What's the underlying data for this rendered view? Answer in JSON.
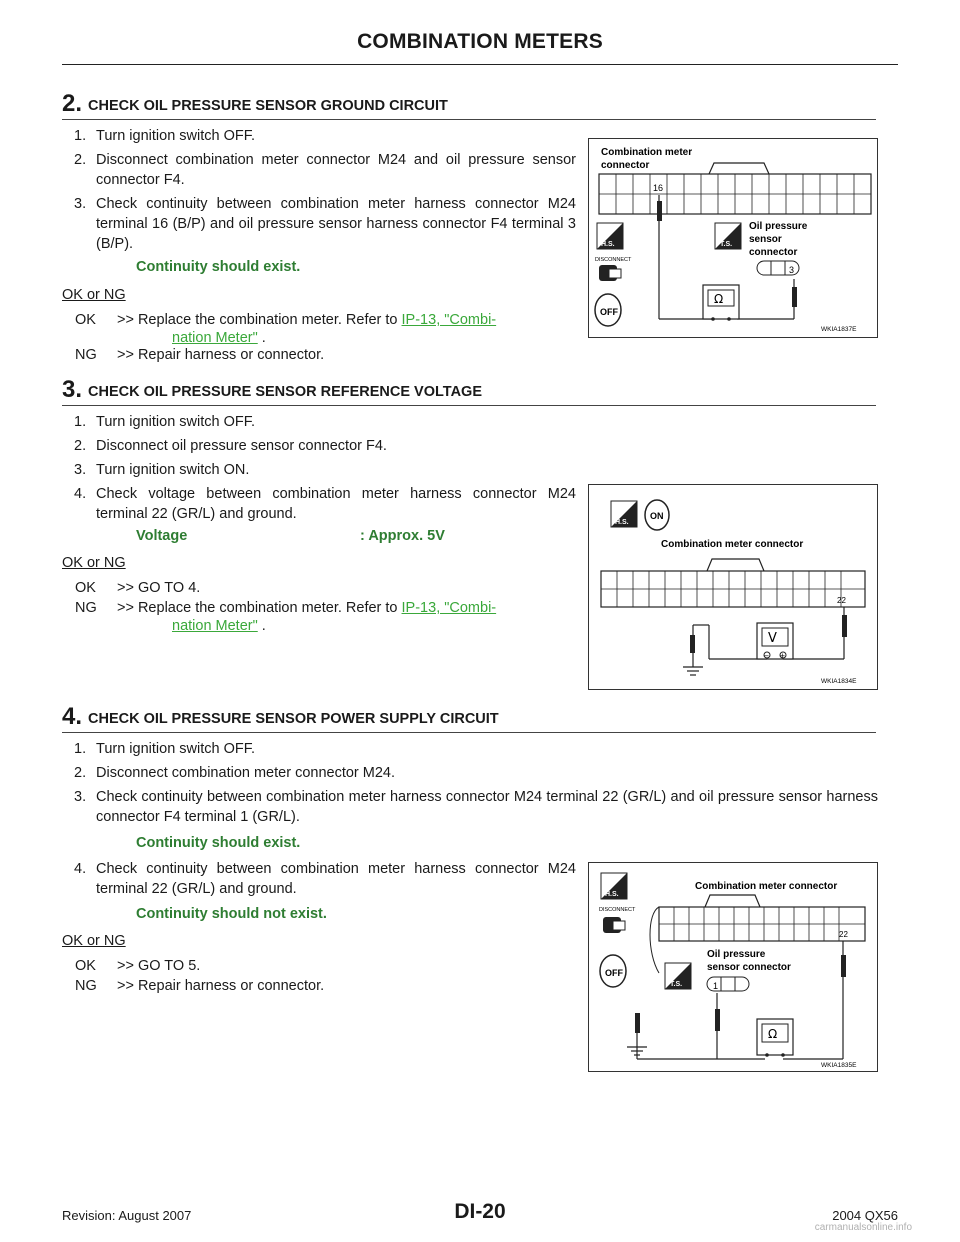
{
  "header": {
    "title": "COMBINATION METERS"
  },
  "step2": {
    "num": "2.",
    "title": "CHECK OIL PRESSURE SENSOR GROUND CIRCUIT",
    "items": [
      {
        "n": "1.",
        "t": "Turn ignition switch OFF."
      },
      {
        "n": "2.",
        "t": "Disconnect combination meter connector M24 and oil pressure sensor connector F4."
      },
      {
        "n": "3.",
        "t": "Check continuity between combination meter harness connector M24 terminal 16 (B/P) and oil pressure sensor harness connector F4 terminal 3 (B/P)."
      }
    ],
    "spec": "Continuity should exist.",
    "okng": "OK or NG",
    "ok_code": "OK",
    "ok_action": ">> Replace the combination meter. Refer to",
    "ok_link_1": "IP-13, \"Combi-",
    "ok_link_2": "nation Meter\"",
    "ok_tail": " .",
    "ng_code": "NG",
    "ng_action": ">> Repair harness or connector.",
    "figure": {
      "label_meter_1": "Combination meter",
      "label_meter_2": "connector",
      "terminal": "16",
      "label_sensor_1": "Oil pressure",
      "label_sensor_2": "sensor",
      "label_sensor_3": "connector",
      "sensor_terminal": "3",
      "hs": "H.S.",
      "ts": "T.S.",
      "disconnect": "DISCONNECT",
      "off": "OFF",
      "meter_symbol": "Ω",
      "code": "WKIA1837E"
    }
  },
  "step3": {
    "num": "3.",
    "title": "CHECK OIL PRESSURE SENSOR REFERENCE VOLTAGE",
    "items": [
      {
        "n": "1.",
        "t": "Turn ignition switch OFF."
      },
      {
        "n": "2.",
        "t": "Disconnect oil pressure sensor connector F4."
      },
      {
        "n": "3.",
        "t": "Turn ignition switch ON."
      },
      {
        "n": "4.",
        "t": "Check voltage between combination meter harness connector M24 terminal 22 (GR/L) and ground."
      }
    ],
    "spec_label": "Voltage",
    "spec_value": ": Approx. 5V",
    "okng": "OK or NG",
    "ok_code": "OK",
    "ok_action": ">> GO TO 4.",
    "ng_code": "NG",
    "ng_action": ">> Replace the combination meter. Refer to",
    "ng_link_1": "IP-13, \"Combi-",
    "ng_link_2": "nation Meter\"",
    "ng_tail": " .",
    "figure": {
      "label_meter": "Combination meter connector",
      "terminal": "22",
      "hs": "H.S.",
      "on": "ON",
      "meter_symbol": "V",
      "minus": "−",
      "plus": "+",
      "code": "WKIA1834E"
    }
  },
  "step4": {
    "num": "4.",
    "title": "CHECK OIL PRESSURE SENSOR POWER SUPPLY CIRCUIT",
    "items": [
      {
        "n": "1.",
        "t": "Turn ignition switch OFF."
      },
      {
        "n": "2.",
        "t": "Disconnect combination meter connector M24."
      },
      {
        "n": "3.",
        "t": "Check continuity between combination meter harness connector M24 terminal 22 (GR/L) and oil pressure sensor harness connector F4 terminal 1 (GR/L)."
      }
    ],
    "spec1": "Continuity should exist.",
    "item4_n": "4.",
    "item4_t": "Check continuity between combination meter harness connector M24 terminal 22 (GR/L) and ground.",
    "spec2": "Continuity should not exist.",
    "okng": "OK or NG",
    "ok_code": "OK",
    "ok_action": ">> GO TO 5.",
    "ng_code": "NG",
    "ng_action": ">> Repair harness or connector.",
    "figure": {
      "label_meter": "Combination meter connector",
      "terminal": "22",
      "label_sensor_1": "Oil pressure",
      "label_sensor_2": "sensor connector",
      "sensor_terminal": "1",
      "hs": "H.S.",
      "ts": "T.S.",
      "disconnect": "DISCONNECT",
      "off": "OFF",
      "meter_symbol": "Ω",
      "code": "WKIA1835E"
    }
  },
  "footer": {
    "revision": "Revision: August 2007",
    "page": "DI-20",
    "model": "2004 QX56",
    "watermark": "carmanualsonline.info"
  }
}
